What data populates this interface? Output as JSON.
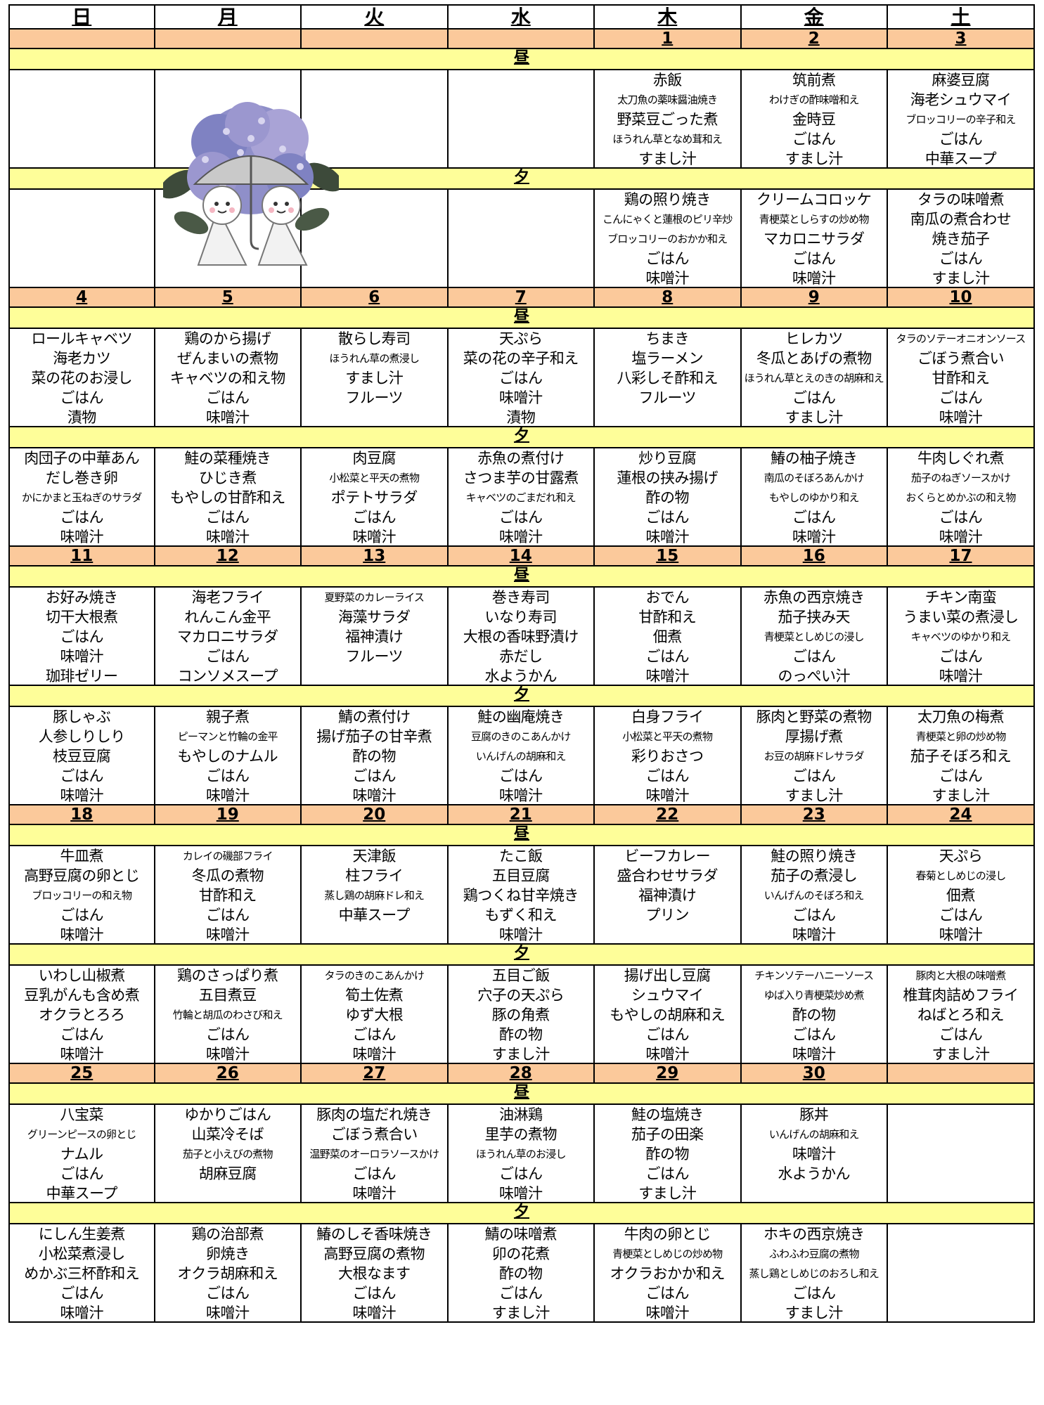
{
  "weekdays": [
    "日",
    "月",
    "火",
    "水",
    "木",
    "金",
    "土"
  ],
  "meal_labels": {
    "lunch": "昼",
    "dinner": "夕"
  },
  "weeks": [
    {
      "dates": [
        "",
        "",
        "",
        "",
        "1",
        "2",
        "3"
      ],
      "lunch": [
        [],
        [],
        [],
        [],
        [
          "赤飯",
          "太刀魚の薬味醤油焼き",
          "野菜豆ごった煮",
          "ほうれん草となめ茸和え",
          "すまし汁"
        ],
        [
          "筑前煮",
          "わけぎの酢味噌和え",
          "金時豆",
          "ごはん",
          "すまし汁"
        ],
        [
          "麻婆豆腐",
          "海老シュウマイ",
          "ブロッコリーの辛子和え",
          "ごはん",
          "中華スープ"
        ]
      ],
      "dinner": [
        [],
        [],
        [],
        [],
        [
          "鶏の照り焼き",
          "こんにゃくと蓮根のピリ辛炒",
          "ブロッコリーのおかか和え",
          "ごはん",
          "味噌汁"
        ],
        [
          "クリームコロッケ",
          "青梗菜としらすの炒め物",
          "マカロニサラダ",
          "ごはん",
          "味噌汁"
        ],
        [
          "タラの味噌煮",
          "南瓜の煮合わせ",
          "焼き茄子",
          "ごはん",
          "すまし汁"
        ]
      ]
    },
    {
      "dates": [
        "4",
        "5",
        "6",
        "7",
        "8",
        "9",
        "10"
      ],
      "lunch": [
        [
          "ロールキャベツ",
          "海老カツ",
          "菜の花のお浸し",
          "ごはん",
          "漬物"
        ],
        [
          "鶏のから揚げ",
          "ぜんまいの煮物",
          "キャベツの和え物",
          "ごはん",
          "味噌汁"
        ],
        [
          "散らし寿司",
          "ほうれん草の煮浸し",
          "すまし汁",
          "フルーツ",
          ""
        ],
        [
          "天ぷら",
          "菜の花の辛子和え",
          "ごはん",
          "味噌汁",
          "漬物"
        ],
        [
          "ちまき",
          "塩ラーメン",
          "八彩しそ酢和え",
          "フルーツ",
          ""
        ],
        [
          "ヒレカツ",
          "冬瓜とあげの煮物",
          "ほうれん草とえのきの胡麻和え",
          "ごはん",
          "すまし汁"
        ],
        [
          "タラのソテーオニオンソース",
          "ごぼう煮合い",
          "甘酢和え",
          "ごはん",
          "味噌汁"
        ]
      ],
      "dinner": [
        [
          "肉団子の中華あん",
          "だし巻き卵",
          "かにかまと玉ねぎのサラダ",
          "ごはん",
          "味噌汁"
        ],
        [
          "鮭の菜種焼き",
          "ひじき煮",
          "もやしの甘酢和え",
          "ごはん",
          "味噌汁"
        ],
        [
          "肉豆腐",
          "小松菜と平天の煮物",
          "ポテトサラダ",
          "ごはん",
          "味噌汁"
        ],
        [
          "赤魚の煮付け",
          "さつま芋の甘露煮",
          "キャベツのごまだれ和え",
          "ごはん",
          "味噌汁"
        ],
        [
          "炒り豆腐",
          "蓮根の挟み揚げ",
          "酢の物",
          "ごはん",
          "味噌汁"
        ],
        [
          "鰆の柚子焼き",
          "南瓜のそぼろあんかけ",
          "もやしのゆかり和え",
          "ごはん",
          "味噌汁"
        ],
        [
          "牛肉しぐれ煮",
          "茄子のねぎソースかけ",
          "おくらとめかぶの和え物",
          "ごはん",
          "味噌汁"
        ]
      ]
    },
    {
      "dates": [
        "11",
        "12",
        "13",
        "14",
        "15",
        "16",
        "17"
      ],
      "lunch": [
        [
          "お好み焼き",
          "切干大根煮",
          "ごはん",
          "味噌汁",
          "珈琲ゼリー"
        ],
        [
          "海老フライ",
          "れんこん金平",
          "マカロニサラダ",
          "ごはん",
          "コンソメスープ"
        ],
        [
          "夏野菜のカレーライス",
          "海藻サラダ",
          "福神漬け",
          "フルーツ",
          ""
        ],
        [
          "巻き寿司",
          "いなり寿司",
          "大根の香味野漬け",
          "赤だし",
          "水ようかん"
        ],
        [
          "おでん",
          "甘酢和え",
          "佃煮",
          "ごはん",
          "味噌汁"
        ],
        [
          "赤魚の西京焼き",
          "茄子挟み天",
          "青梗菜としめじの浸し",
          "ごはん",
          "のっぺい汁"
        ],
        [
          "チキン南蛮",
          "うまい菜の煮浸し",
          "キャベツのゆかり和え",
          "ごはん",
          "味噌汁"
        ]
      ],
      "dinner": [
        [
          "豚しゃぶ",
          "人参しりしり",
          "枝豆豆腐",
          "ごはん",
          "味噌汁"
        ],
        [
          "親子煮",
          "ピーマンと竹輪の金平",
          "もやしのナムル",
          "ごはん",
          "味噌汁"
        ],
        [
          "鯖の煮付け",
          "揚げ茄子の甘辛煮",
          "酢の物",
          "ごはん",
          "味噌汁"
        ],
        [
          "鮭の幽庵焼き",
          "豆腐のきのこあんかけ",
          "いんげんの胡麻和え",
          "ごはん",
          "味噌汁"
        ],
        [
          "白身フライ",
          "小松菜と平天の煮物",
          "彩りおさつ",
          "ごはん",
          "味噌汁"
        ],
        [
          "豚肉と野菜の煮物",
          "厚揚げ煮",
          "お豆の胡麻ドレサラダ",
          "ごはん",
          "すまし汁"
        ],
        [
          "太刀魚の梅煮",
          "青梗菜と卵の炒め物",
          "茄子そぼろ和え",
          "ごはん",
          "すまし汁"
        ]
      ]
    },
    {
      "dates": [
        "18",
        "19",
        "20",
        "21",
        "22",
        "23",
        "24"
      ],
      "lunch": [
        [
          "牛皿煮",
          "高野豆腐の卵とじ",
          "ブロッコリーの和え物",
          "ごはん",
          "味噌汁"
        ],
        [
          "カレイの磯部フライ",
          "冬瓜の煮物",
          "甘酢和え",
          "ごはん",
          "味噌汁"
        ],
        [
          "天津飯",
          "柱フライ",
          "蒸し鶏の胡麻ドレ和え",
          "中華スープ",
          ""
        ],
        [
          "たこ飯",
          "五目豆腐",
          "鶏つくね甘辛焼き",
          "もずく和え",
          "味噌汁"
        ],
        [
          "ビーフカレー",
          "盛合わせサラダ",
          "福神漬け",
          "プリン",
          ""
        ],
        [
          "鮭の照り焼き",
          "茄子の煮浸し",
          "いんげんのそぼろ和え",
          "ごはん",
          "味噌汁"
        ],
        [
          "天ぷら",
          "春菊としめじの浸し",
          "佃煮",
          "ごはん",
          "味噌汁"
        ]
      ],
      "dinner": [
        [
          "いわし山椒煮",
          "豆乳がんも含め煮",
          "オクラとろろ",
          "ごはん",
          "味噌汁"
        ],
        [
          "鶏のさっぱり煮",
          "五目煮豆",
          "竹輪と胡瓜のわさび和え",
          "ごはん",
          "味噌汁"
        ],
        [
          "タラのきのこあんかけ",
          "筍土佐煮",
          "ゆず大根",
          "ごはん",
          "味噌汁"
        ],
        [
          "五目ご飯",
          "穴子の天ぷら",
          "豚の角煮",
          "酢の物",
          "すまし汁"
        ],
        [
          "揚げ出し豆腐",
          "シュウマイ",
          "もやしの胡麻和え",
          "ごはん",
          "味噌汁"
        ],
        [
          "チキンソテーハニーソース",
          "ゆば入り青梗菜炒め煮",
          "酢の物",
          "ごはん",
          "味噌汁"
        ],
        [
          "豚肉と大根の味噌煮",
          "椎茸肉詰めフライ",
          "ねばとろ和え",
          "ごはん",
          "すまし汁"
        ]
      ]
    },
    {
      "dates": [
        "25",
        "26",
        "27",
        "28",
        "29",
        "30",
        ""
      ],
      "lunch": [
        [
          "八宝菜",
          "グリーンピースの卵とじ",
          "ナムル",
          "ごはん",
          "中華スープ"
        ],
        [
          "ゆかりごはん",
          "山菜冷そば",
          "茄子と小えびの煮物",
          "胡麻豆腐",
          ""
        ],
        [
          "豚肉の塩だれ焼き",
          "ごぼう煮合い",
          "温野菜のオーロラソースかけ",
          "ごはん",
          "味噌汁"
        ],
        [
          "油淋鶏",
          "里芋の煮物",
          "ほうれん草のお浸し",
          "ごはん",
          "味噌汁"
        ],
        [
          "鮭の塩焼き",
          "茄子の田楽",
          "酢の物",
          "ごはん",
          "すまし汁"
        ],
        [
          "豚丼",
          "いんげんの胡麻和え",
          "味噌汁",
          "水ようかん",
          ""
        ],
        []
      ],
      "dinner": [
        [
          "にしん生姜煮",
          "小松菜煮浸し",
          "めかぶ三杯酢和え",
          "ごはん",
          "味噌汁"
        ],
        [
          "鶏の治部煮",
          "卵焼き",
          "オクラ胡麻和え",
          "ごはん",
          "味噌汁"
        ],
        [
          "鰆のしそ香味焼き",
          "高野豆腐の煮物",
          "大根なます",
          "ごはん",
          "味噌汁"
        ],
        [
          "鯖の味噌煮",
          "卯の花煮",
          "酢の物",
          "ごはん",
          "すまし汁"
        ],
        [
          "牛肉の卵とじ",
          "青梗菜としめじの炒め物",
          "オクラおかか和え",
          "ごはん",
          "味噌汁"
        ],
        [
          "ホキの西京焼き",
          "ふわふわ豆腐の煮物",
          "蒸し鶏としめじのおろし和え",
          "ごはん",
          "すまし汁"
        ],
        []
      ]
    }
  ],
  "illustration": {
    "icon": "hydrangea-and-teru-teru-bozu-illustration",
    "colors": [
      "#7f82c2",
      "#a9a3d6",
      "#3d4a3a",
      "#c9c9c9"
    ]
  }
}
